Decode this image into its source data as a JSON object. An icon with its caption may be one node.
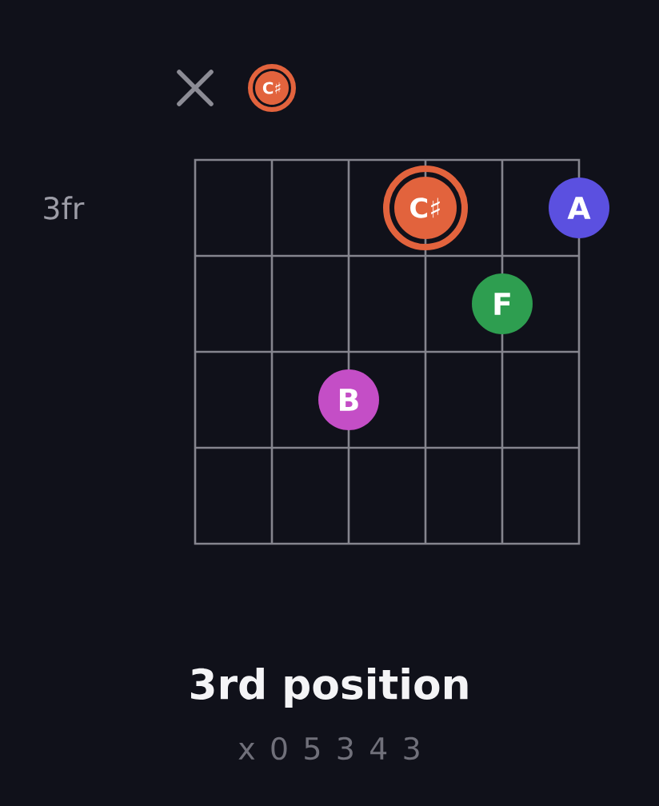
{
  "diagram": {
    "title": "3rd position",
    "nodes": [
      {
        "text": [
          "C♯"
        ]
      },
      {
        "text": [
          "C♯"
        ]
      },
      {
        "text": [
          "A"
        ]
      },
      {
        "text": [
          "F"
        ]
      },
      {
        "text": [
          "B"
        ]
      }
    ],
    "labels": [
      "3fr",
      "x 0 5 3 4 3"
    ]
  }
}
